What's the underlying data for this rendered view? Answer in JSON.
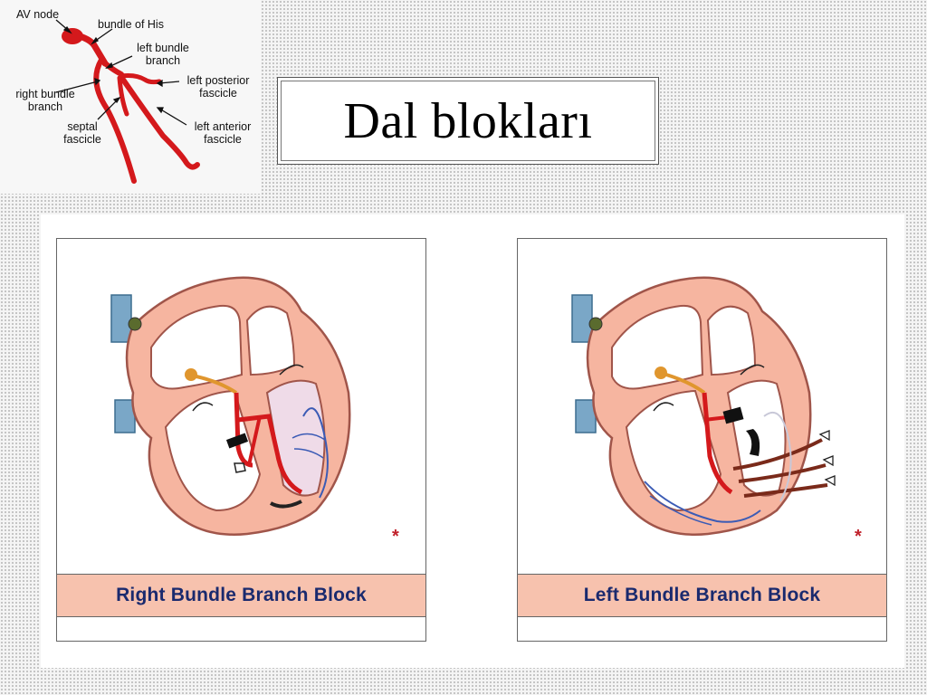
{
  "inset": {
    "labels": {
      "av_node": "AV node",
      "bundle_of_his": "bundle of His",
      "left_bundle_branch": "left bundle\nbranch",
      "left_posterior_fascicle": "left posterior\nfascicle",
      "right_bundle_branch": "right bundle\nbranch",
      "septal_fascicle": "septal\nfascicle",
      "left_anterior_fascicle": "left anterior\nfascicle"
    }
  },
  "slide": {
    "title": "Dal blokları"
  },
  "panels": {
    "left": {
      "caption": "Right Bundle Branch Block",
      "asterisk": "*"
    },
    "right": {
      "caption": "Left Bundle Branch Block",
      "asterisk": "*"
    }
  },
  "colors": {
    "conduction_red": "#d4191c",
    "heart_pink": "#f6b5a0",
    "heart_outline": "#a0554a",
    "vessel_blue": "#7aa7c7",
    "fiber_blue": "#3b5bb5",
    "caption_text": "#1a2a6e"
  }
}
